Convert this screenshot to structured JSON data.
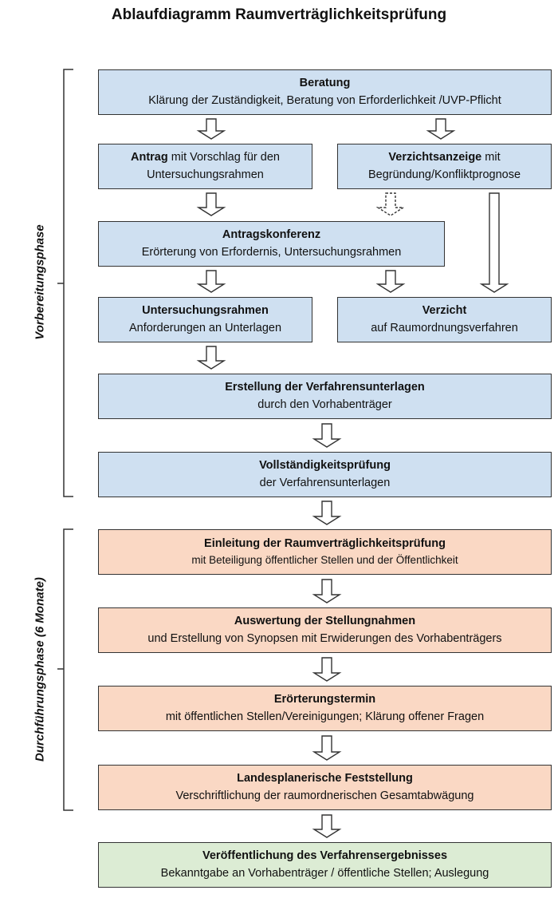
{
  "title": "Ablaufdiagramm Raumverträglichkeitsprüfung",
  "phases": {
    "vorbereitung": "Vorbereitungsphase",
    "durchfuehrung": "Durchführungsphase (6 Monate)"
  },
  "boxes": {
    "beratung": {
      "title": "Beratung",
      "text": "Klärung der Zuständigkeit, Beratung von Erforderlichkeit /UVP-Pflicht"
    },
    "antrag": {
      "title": "Antrag",
      "text_1": " mit Vorschlag für den",
      "text_2": "Untersuchungsrahmen"
    },
    "verzichtsanzeige": {
      "title": "Verzichtsanzeige",
      "text_1": " mit",
      "text_2": "Begründung/Konfliktprognose"
    },
    "antragskonferenz": {
      "title": "Antragskonferenz",
      "text": "Erörterung von Erfordernis, Untersuchungsrahmen"
    },
    "untersuchungsrahmen": {
      "title": "Untersuchungsrahmen",
      "text": "Anforderungen an Unterlagen"
    },
    "verzicht": {
      "title": "Verzicht",
      "text": "auf Raumordnungsverfahren"
    },
    "erstellung": {
      "title": "Erstellung der Verfahrensunterlagen",
      "text": "durch den Vorhabenträger"
    },
    "vollstaendigkeit": {
      "title": "Vollständigkeitsprüfung",
      "text": "der Verfahrensunterlagen"
    },
    "einleitung": {
      "title": "Einleitung der Raumverträglichkeitsprüfung",
      "text": "mit Beteiligung öffentlicher Stellen und der Öffentlichkeit"
    },
    "auswertung": {
      "title": "Auswertung der Stellungnahmen",
      "text": "und Erstellung von Synopsen mit Erwiderungen des Vorhabenträgers"
    },
    "eroerterung": {
      "title": "Erörterungstermin",
      "text": "mit öffentlichen Stellen/Vereinigungen; Klärung offener Fragen"
    },
    "feststellung": {
      "title": "Landesplanerische Feststellung",
      "text": "Verschriftlichung der raumordnerischen Gesamtabwägung"
    },
    "veroeffentlichung": {
      "title": "Veröffentlichung des Verfahrensergebnisses",
      "text": "Bekanntgabe an Vorhabenträger / öffentliche Stellen; Auslegung"
    }
  },
  "colors": {
    "preparation_fill": "#cfe0f1",
    "execution_fill": "#fad8c4",
    "result_fill": "#dcecd4",
    "border": "#333333"
  }
}
